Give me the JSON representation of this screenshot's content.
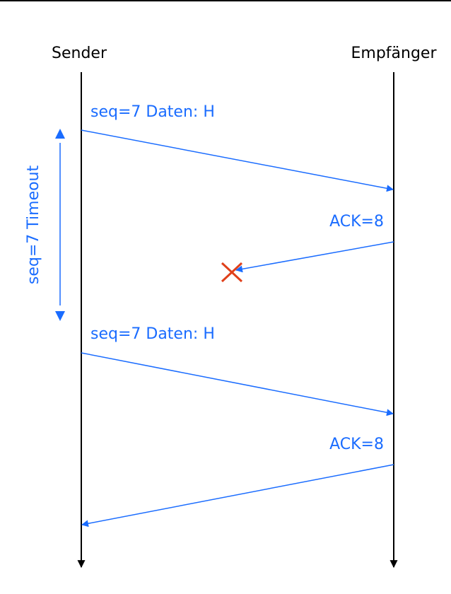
{
  "participants": {
    "sender": "Sender",
    "receiver": "Empfänger"
  },
  "messages": [
    {
      "label": "seq=7 Daten: H",
      "from": "sender",
      "to": "receiver",
      "lost": false
    },
    {
      "label": "ACK=8",
      "from": "receiver",
      "to": "sender",
      "lost": true
    },
    {
      "label": "seq=7 Daten: H",
      "from": "sender",
      "to": "receiver",
      "lost": false
    },
    {
      "label": "ACK=8",
      "from": "receiver",
      "to": "sender",
      "lost": false
    }
  ],
  "timeout": {
    "label": "seq=7 Timeout"
  },
  "colors": {
    "lifeline": "#000000",
    "message": "#1a6cff",
    "loss": "#e0401a"
  },
  "icons": {
    "loss_marker": "cross-icon"
  }
}
